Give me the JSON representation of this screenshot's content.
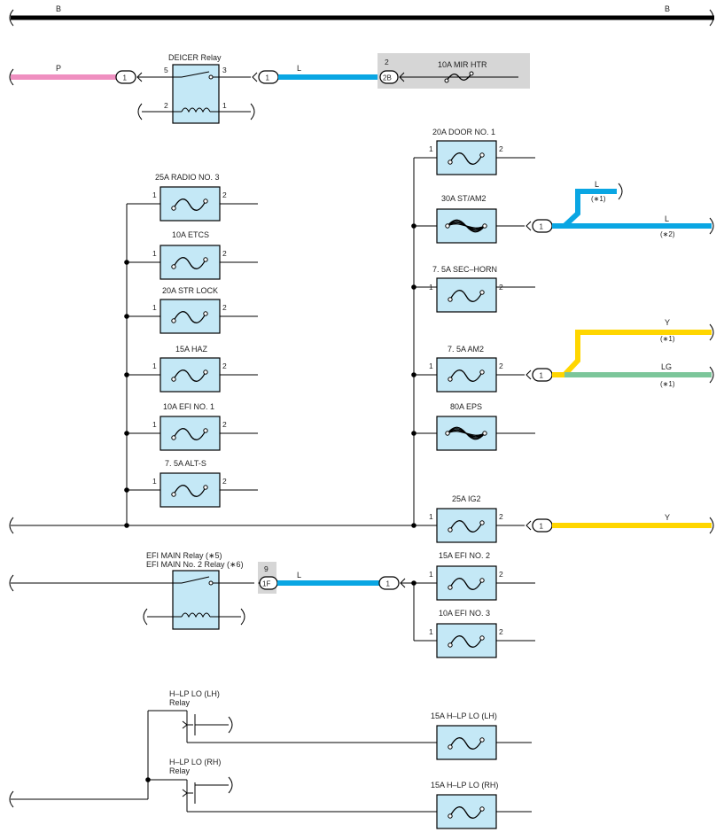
{
  "colors": {
    "bus": "#000000",
    "P": "#ef8fc0",
    "L": "#0aa6e3",
    "Y": "#ffd600",
    "LG": "#7cc69a",
    "component_fill": "#c4e8f6",
    "shaded_area": "#d6d6d6"
  },
  "bus": {
    "left_label": "B",
    "right_label": "B"
  },
  "deicer": {
    "relay_label": "DEICER Relay",
    "pin5": "5",
    "pin3": "3",
    "pin2": "2",
    "pin1": "1",
    "wire_in": "P",
    "wire_out": "L",
    "conn_in": "1",
    "conn_out": "1",
    "fuse_label": "10A MIR HTR",
    "fuse_conn_pin": "2",
    "fuse_conn": "2B"
  },
  "left_fuses": [
    {
      "label": "25A RADIO NO. 3",
      "pin_in": "1",
      "pin_out": "2"
    },
    {
      "label": "10A ETCS",
      "pin_in": "1",
      "pin_out": "2"
    },
    {
      "label": "20A STR LOCK",
      "pin_in": "1",
      "pin_out": "2"
    },
    {
      "label": "15A HAZ",
      "pin_in": "1",
      "pin_out": "2"
    },
    {
      "label": "10A EFI NO. 1",
      "pin_in": "1",
      "pin_out": "2"
    },
    {
      "label": "7. 5A ALT-S",
      "pin_in": "1",
      "pin_out": "2"
    }
  ],
  "right_fuses": {
    "door": {
      "label": "20A DOOR NO. 1",
      "pin_in": "1",
      "pin_out": "2"
    },
    "st_am2": {
      "label": "30A ST/AM2"
    },
    "sec_horn": {
      "label": "7. 5A SEC–HORN",
      "pin_in": "1",
      "pin_out": "2"
    },
    "am2": {
      "label": "7. 5A AM2",
      "pin_in": "1",
      "pin_out": "2"
    },
    "eps": {
      "label": "80A EPS"
    },
    "ig2": {
      "label": "25A IG2",
      "pin_in": "1",
      "pin_out": "2"
    }
  },
  "st_am2_out": {
    "conn": "1",
    "upper_wire": "L",
    "upper_note": "(∗1)",
    "lower_wire": "L",
    "lower_note": "(∗2)"
  },
  "am2_out": {
    "conn": "1",
    "upper_wire": "Y",
    "upper_note": "(∗1)",
    "lower_wire": "LG",
    "lower_note": "(∗1)"
  },
  "ig2_out": {
    "conn": "1",
    "wire": "Y"
  },
  "efi_main": {
    "relay_label_1": "EFI MAIN Relay (∗5)",
    "relay_label_2": "EFI MAIN No. 2 Relay (∗6)",
    "conn_pin": "9",
    "conn": "1F",
    "wire": "L",
    "conn2": "1",
    "fuse1": {
      "label": "15A EFI NO. 2",
      "pin_in": "1",
      "pin_out": "2"
    },
    "fuse2": {
      "label": "10A EFI NO. 3",
      "pin_in": "1",
      "pin_out": "2"
    }
  },
  "headlamp": {
    "relay_lh_1": "H–LP LO (LH)",
    "relay_lh_2": "Relay",
    "relay_rh_1": "H–LP LO (RH)",
    "relay_rh_2": "Relay",
    "fuse_lh": "15A H–LP LO (LH)",
    "fuse_rh": "15A H–LP LO (RH)"
  }
}
